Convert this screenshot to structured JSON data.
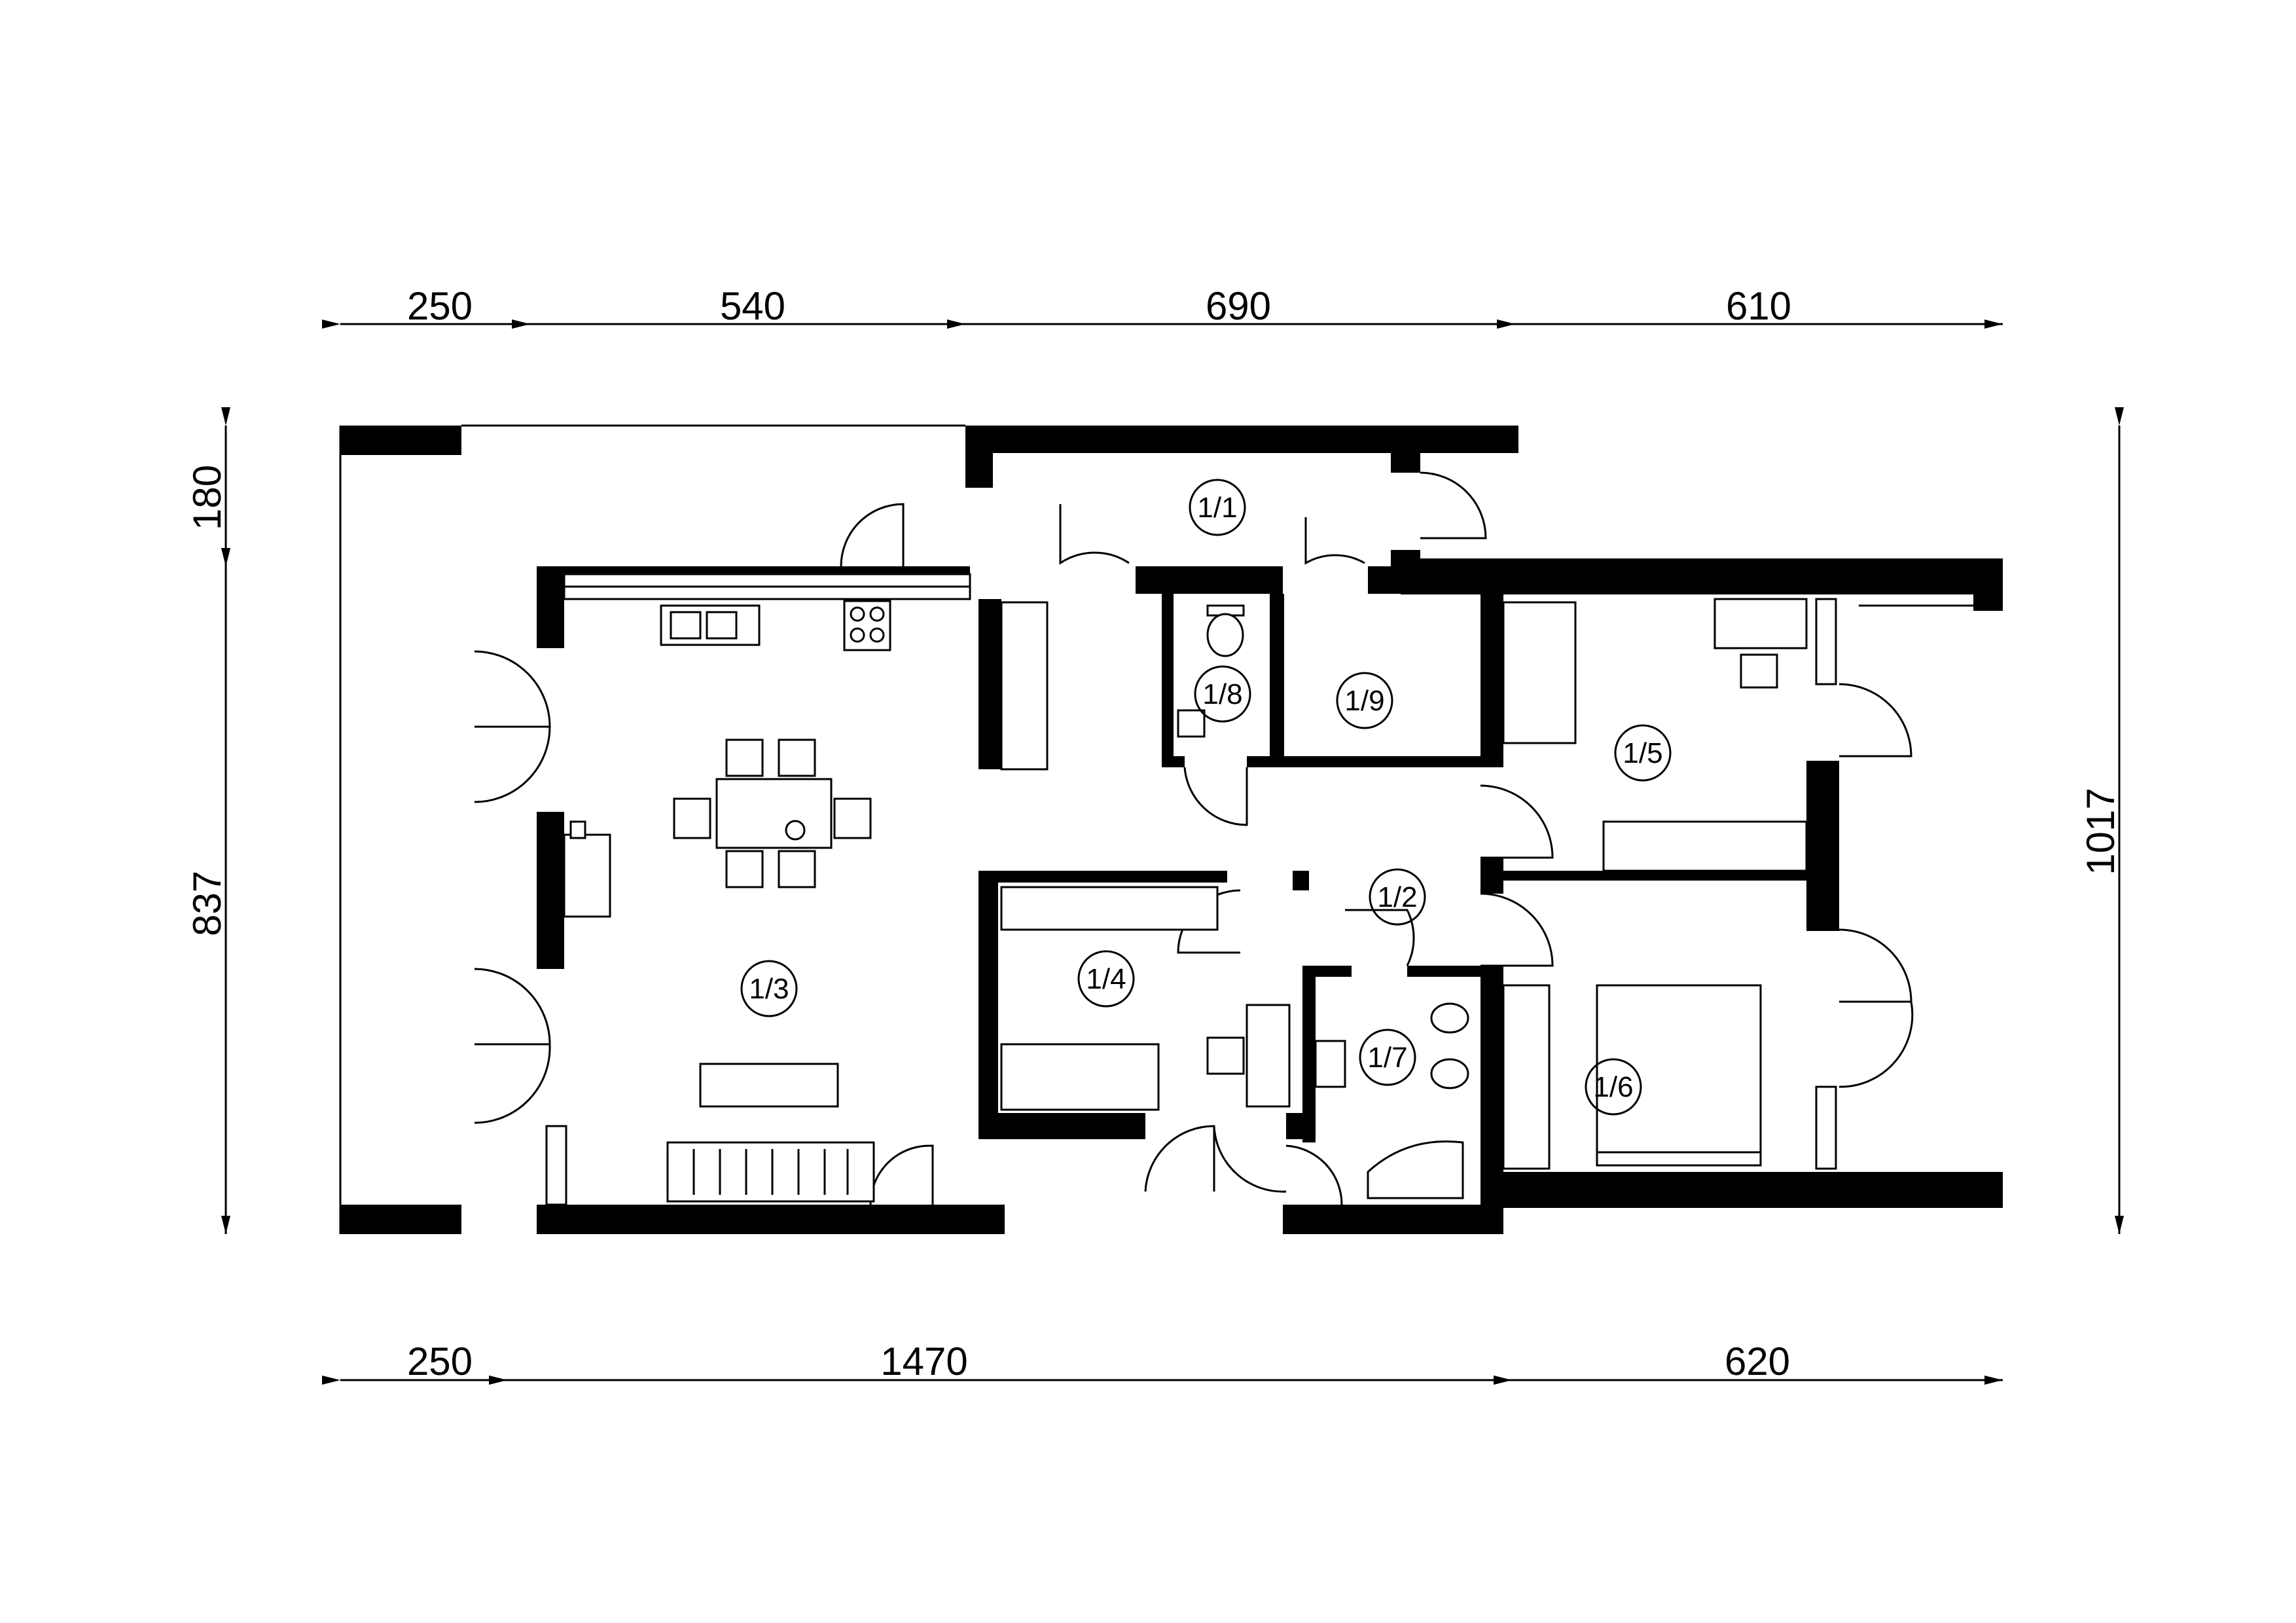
{
  "dimensions": {
    "top": [
      "250",
      "540",
      "690",
      "610"
    ],
    "bottom": [
      "250",
      "1470",
      "620"
    ],
    "left": [
      "180",
      "837"
    ],
    "right": [
      "1017"
    ]
  },
  "rooms": [
    "1/1",
    "1/2",
    "1/3",
    "1/4",
    "1/5",
    "1/6",
    "1/7",
    "1/8",
    "1/9"
  ]
}
